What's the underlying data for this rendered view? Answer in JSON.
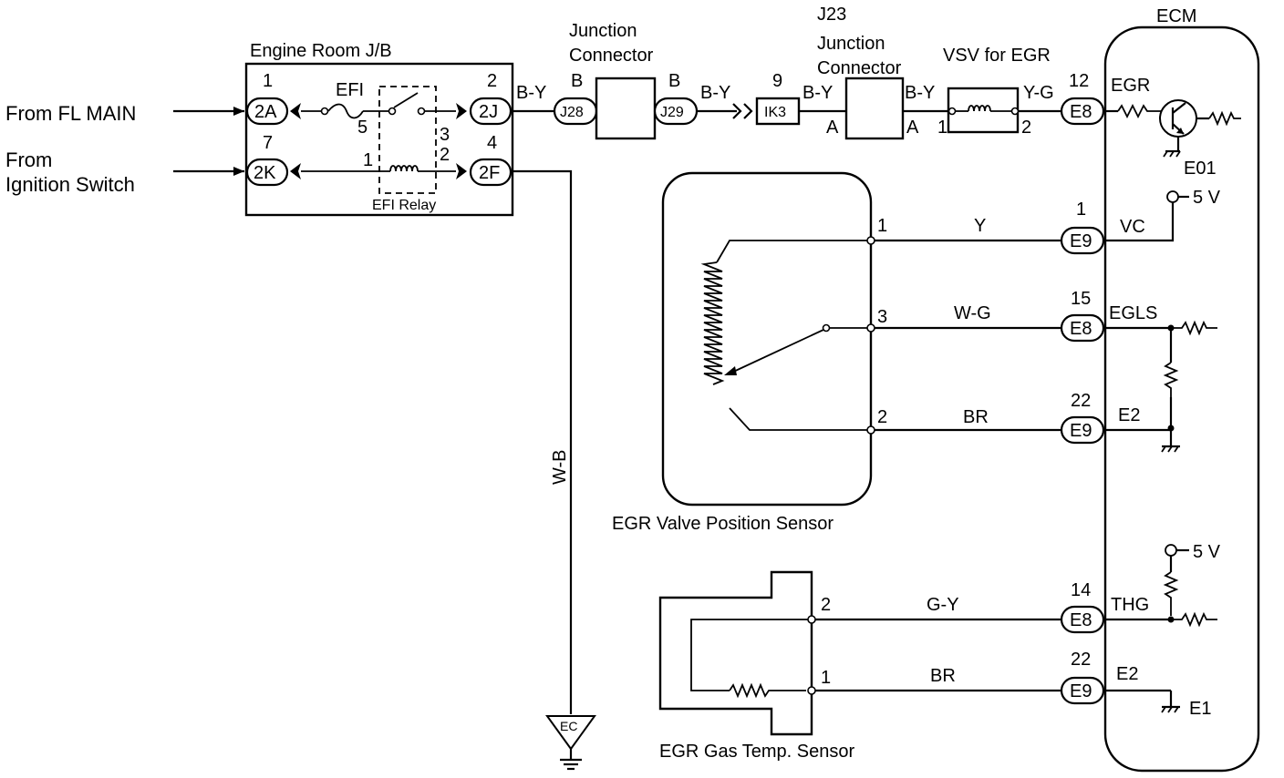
{
  "sources": {
    "fl_main": "From FL MAIN",
    "ignition_line1": "From",
    "ignition_line2": "Ignition Switch"
  },
  "jb": {
    "title": "Engine Room J/B",
    "fuse": "EFI",
    "relay": "EFI Relay",
    "pin_1": "1",
    "pin_7": "7",
    "pin_2": "2",
    "pin_4": "4",
    "pin_5": "5",
    "pin_1b": "1",
    "pin_3": "3",
    "pin_2b": "2",
    "conn_2A": "2A",
    "conn_2K": "2K",
    "conn_2J": "2J",
    "conn_2F": "2F"
  },
  "junction": {
    "title_line1": "Junction",
    "title_line2": "Connector",
    "pin_left": "B",
    "pin_right": "B",
    "conn_left": "J28",
    "conn_right": "J29"
  },
  "ik3": {
    "pin": "9",
    "label": "IK3"
  },
  "j23": {
    "line1": "J23",
    "line2": "Junction",
    "line3": "Connector",
    "pin_left": "A",
    "pin_right": "A"
  },
  "vsv": {
    "title": "VSV for EGR",
    "pin_1": "1",
    "pin_2": "2"
  },
  "wires": {
    "by_1": "B-Y",
    "by_2": "B-Y",
    "by_3": "B-Y",
    "by_4": "B-Y",
    "yg": "Y-G",
    "wb": "W-B",
    "y": "Y",
    "wg": "W-G",
    "br_1": "BR",
    "gy": "G-Y",
    "br_2": "BR"
  },
  "ecm": {
    "title": "ECM",
    "pin_12": "12",
    "conn_egr": "E8",
    "sig_egr": "EGR",
    "gnd_e01": "E01",
    "pin_vc": "1",
    "conn_vc": "E9",
    "sig_vc": "VC",
    "volt_1": "5 V",
    "pin_egls": "15",
    "conn_egls": "E8",
    "sig_egls": "EGLS",
    "pin_e2a": "22",
    "conn_e2a": "E9",
    "sig_e2a": "E2",
    "volt_2": "5 V",
    "pin_thg": "14",
    "conn_thg": "E8",
    "sig_thg": "THG",
    "pin_e2b": "22",
    "conn_e2b": "E9",
    "sig_e2b": "E2",
    "gnd_e1": "E1"
  },
  "evps": {
    "title": "EGR Valve Position Sensor",
    "pin_1": "1",
    "pin_3": "3",
    "pin_2": "2"
  },
  "egts": {
    "title": "EGR Gas Temp. Sensor",
    "pin_2": "2",
    "pin_1": "1"
  },
  "ground": {
    "ec": "EC"
  }
}
